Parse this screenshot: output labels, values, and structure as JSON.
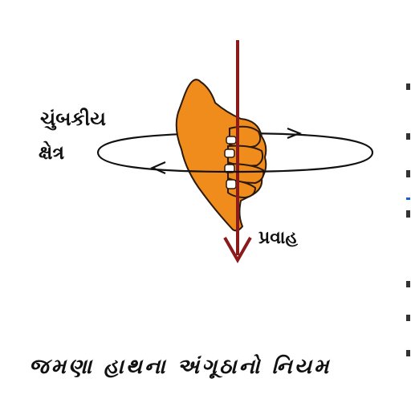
{
  "labels": {
    "magnetic_field_line1": "ચુંબકીય",
    "magnetic_field_line2": "ક્ષેત્ર",
    "current": "પ્રવાહ"
  },
  "caption": "જમણા હાથના અંગૂઠાનો નિયમ",
  "colors": {
    "hand": "#f08c1c",
    "hand_outline": "#2a1a0a",
    "conductor": "#8b1a1a",
    "field_loop": "#111111",
    "text": "#111111",
    "accent_blue": "#1a5fd0"
  },
  "icons": {
    "hand": "right-hand-grip-icon",
    "conductor": "current-arrow-icon",
    "field": "circular-field-loop-icon"
  }
}
